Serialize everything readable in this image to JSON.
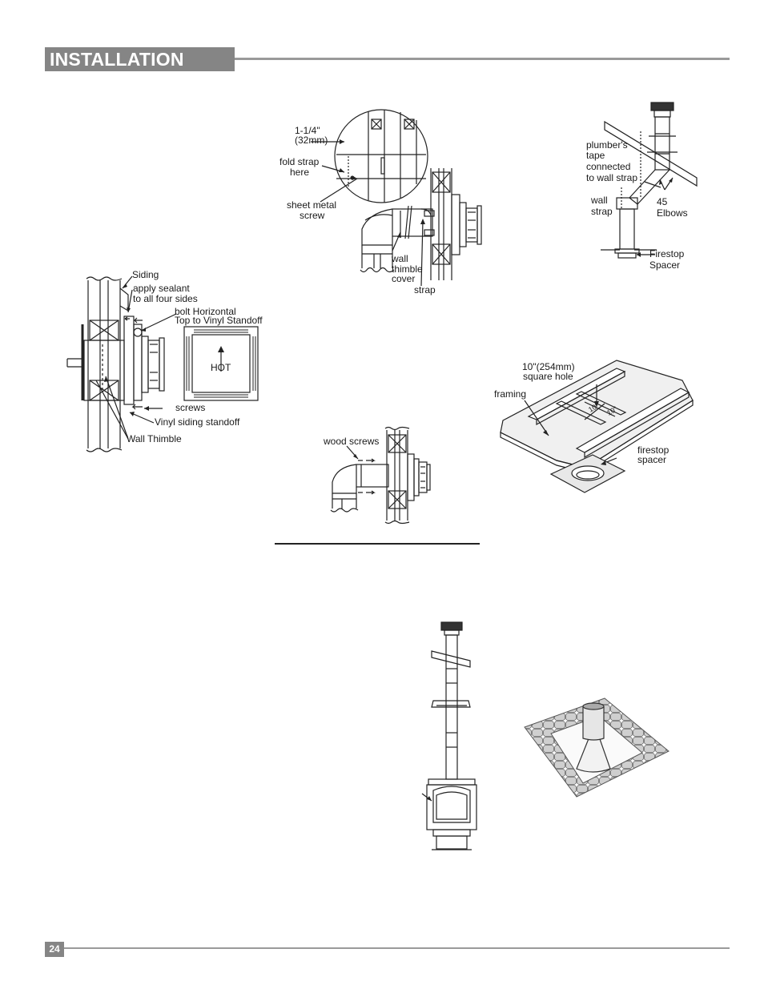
{
  "header": {
    "title": "INSTALLATION"
  },
  "footer": {
    "page_number": "24"
  },
  "fig_siding": {
    "siding": "Siding",
    "sealant_1": "apply sealant",
    "sealant_2": "to all four sides",
    "bolt_1": "bolt Horizontal",
    "bolt_2": "Top to Vinyl Standoff",
    "hot": "HOT",
    "screws": "screws",
    "standoff": "Vinyl siding standoff",
    "thimble": "Wall Thimble"
  },
  "fig_strap": {
    "dim_1": "1-1/4\"",
    "dim_2": "(32mm)",
    "fold_1": "fold strap",
    "fold_2": "here",
    "sms_1": "sheet metal",
    "sms_2": "screw",
    "wtc_1": "wall",
    "wtc_2": "thimble",
    "wtc_3": "cover",
    "strap": "strap"
  },
  "fig_wood": {
    "wood_screws": "wood screws"
  },
  "fig_elbows": {
    "tape_1": "plumber's",
    "tape_2": "tape",
    "tape_3": "connected",
    "tape_4": "to wall strap",
    "wstrap_1": "wall",
    "wstrap_2": "strap",
    "elbow_1": "45",
    "elbow_2": "Elbows",
    "fs_1": "Firestop",
    "fs_2": "Spacer"
  },
  "fig_framing": {
    "hole_1": "10\"(254mm)",
    "hole_2": "square hole",
    "framing": "framing",
    "fs_1": "firestop",
    "fs_2": "spacer",
    "dim_a": "10\"",
    "dim_b": "10\""
  }
}
